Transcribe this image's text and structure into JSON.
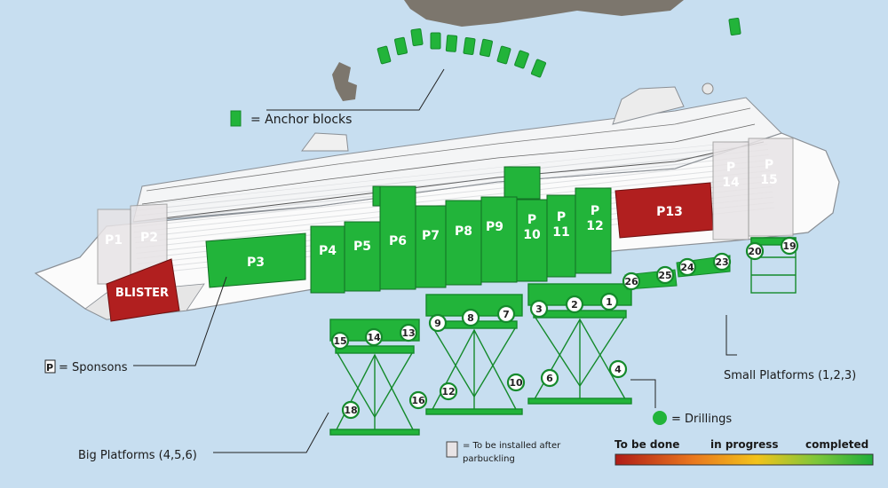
{
  "legend": {
    "anchor_blocks": "= Anchor blocks",
    "sponsons_symbol": "P",
    "sponsons": "= Sponsons",
    "drillings": "= Drillings",
    "install_after_line1": "= To be installed after",
    "install_after_line2": "parbuckling",
    "small_platforms": "Small Platforms (1,2,3)",
    "big_platforms": "Big Platforms (4,5,6)"
  },
  "status_scale": {
    "to_be_done": "To be done",
    "in_progress": "in progress",
    "completed": "completed",
    "colors": [
      "#b01c17",
      "#e9771e",
      "#f2c31b",
      "#7ec63a",
      "#1fae3a"
    ]
  },
  "colors": {
    "completed": "#22b43a",
    "to_be_done": "#b11f1f",
    "to_install": "#e8e4e6",
    "rock": "#7c766d",
    "water": "#c7def0"
  },
  "sponsons": [
    {
      "id": "p1",
      "lines": [
        "P1"
      ],
      "status": "to_install"
    },
    {
      "id": "p2",
      "lines": [
        "P2"
      ],
      "status": "to_install"
    },
    {
      "id": "blister",
      "lines": [
        "BLISTER"
      ],
      "status": "to_be_done"
    },
    {
      "id": "p3",
      "lines": [
        "P3"
      ],
      "status": "completed"
    },
    {
      "id": "p4",
      "lines": [
        "P4"
      ],
      "status": "completed"
    },
    {
      "id": "p5",
      "lines": [
        "P5"
      ],
      "status": "completed"
    },
    {
      "id": "p6",
      "lines": [
        "P6"
      ],
      "status": "completed"
    },
    {
      "id": "p7",
      "lines": [
        "P7"
      ],
      "status": "completed"
    },
    {
      "id": "p8",
      "lines": [
        "P8"
      ],
      "status": "completed"
    },
    {
      "id": "p9",
      "lines": [
        "P9"
      ],
      "status": "completed"
    },
    {
      "id": "p10",
      "lines": [
        "P",
        "10"
      ],
      "status": "completed"
    },
    {
      "id": "p11",
      "lines": [
        "P",
        "11"
      ],
      "status": "completed"
    },
    {
      "id": "p12",
      "lines": [
        "P",
        "12"
      ],
      "status": "completed"
    },
    {
      "id": "p13",
      "lines": [
        "P13"
      ],
      "status": "to_be_done"
    },
    {
      "id": "p14",
      "lines": [
        "P",
        "14"
      ],
      "status": "to_install"
    },
    {
      "id": "p15",
      "lines": [
        "P",
        "15"
      ],
      "status": "to_install"
    }
  ],
  "drillings": [
    "1",
    "2",
    "3",
    "4",
    "6",
    "7",
    "8",
    "9",
    "10",
    "12",
    "13",
    "14",
    "15",
    "16",
    "18",
    "19",
    "20",
    "23",
    "24",
    "25",
    "26"
  ]
}
